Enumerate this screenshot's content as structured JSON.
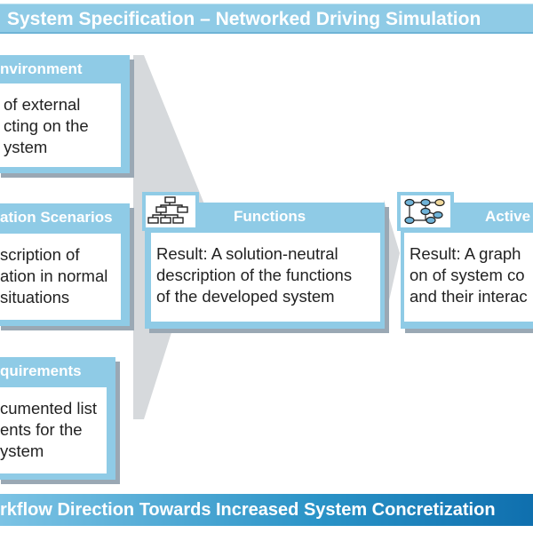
{
  "title": "System Specification – Networked Driving Simulation",
  "left_boxes": [
    {
      "header": "nvironment",
      "lines": [
        "of external",
        "cting on the",
        "ystem"
      ]
    },
    {
      "header": "ation Scenarios",
      "lines": [
        "scription of",
        "ation in normal",
        "situations"
      ]
    },
    {
      "header": "quirements",
      "lines": [
        "cumented list",
        "ents for the",
        "ystem"
      ]
    }
  ],
  "functions": {
    "header": "Functions",
    "lines": [
      "Result: A solution-neutral",
      "description of the functions",
      "of the developed system"
    ]
  },
  "active": {
    "header": "Active",
    "lines": [
      "Result: A graph",
      "on of system co",
      "and their interac"
    ]
  },
  "footer": "rkflow Direction Towards Increased System Concretization",
  "colors": {
    "box": "#8fcbe6",
    "shadow": "#9aa8b4",
    "footer_dark": "#0f6fae"
  }
}
